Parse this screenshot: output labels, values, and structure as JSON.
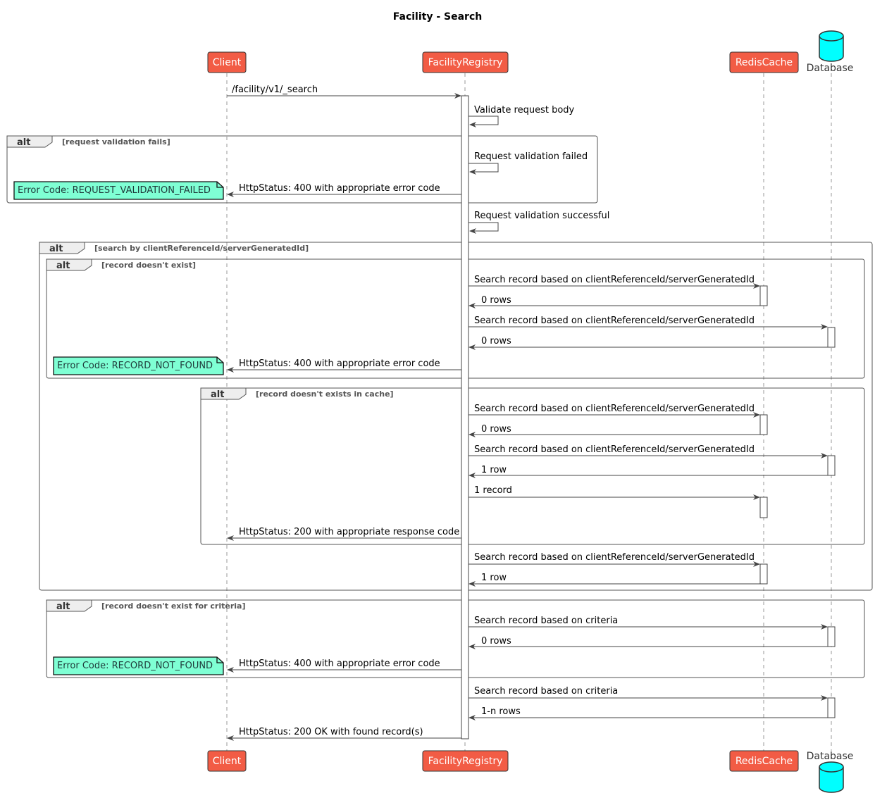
{
  "title": "Facility - Search",
  "participants": {
    "client": "Client",
    "registry": "FacilityRegistry",
    "cache": "RedisCache",
    "database": "Database"
  },
  "colors": {
    "participant_fill": "#f25c45",
    "database_fill": "#00ffff",
    "note_fill": "#7fffd4",
    "frame_tab_fill": "#eeeeee",
    "line": "#444444"
  },
  "frames": [
    {
      "id": "f1",
      "keyword": "alt",
      "condition": "[request validation fails]"
    },
    {
      "id": "f2",
      "keyword": "alt",
      "condition": "[search by clientReferenceId/serverGeneratedId]"
    },
    {
      "id": "f3",
      "keyword": "alt",
      "condition": "[record doesn't exist]"
    },
    {
      "id": "f4",
      "keyword": "alt",
      "condition": "[record doesn't exists in cache]"
    },
    {
      "id": "f5",
      "keyword": "alt",
      "condition": "[record doesn't exist for criteria]"
    }
  ],
  "messages": [
    {
      "id": "m1",
      "from": "client",
      "to": "registry",
      "label": "/facility/v1/_search"
    },
    {
      "id": "m2",
      "from": "registry",
      "to": "registry",
      "label": "Validate request body"
    },
    {
      "id": "m3",
      "from": "registry",
      "to": "registry",
      "label": "Request validation failed"
    },
    {
      "id": "m4",
      "from": "registry",
      "to": "client",
      "label": "HttpStatus: 400 with appropriate error code"
    },
    {
      "id": "m5",
      "from": "registry",
      "to": "registry",
      "label": "Request validation successful"
    },
    {
      "id": "m6",
      "from": "registry",
      "to": "cache",
      "label": "Search record based on clientReferenceId/serverGeneratedId"
    },
    {
      "id": "m7",
      "from": "cache",
      "to": "registry",
      "label": "0 rows"
    },
    {
      "id": "m8",
      "from": "registry",
      "to": "database",
      "label": "Search record based on clientReferenceId/serverGeneratedId"
    },
    {
      "id": "m9",
      "from": "database",
      "to": "registry",
      "label": "0 rows"
    },
    {
      "id": "m10",
      "from": "registry",
      "to": "client",
      "label": "HttpStatus: 400 with appropriate error code"
    },
    {
      "id": "m11",
      "from": "registry",
      "to": "cache",
      "label": "Search record based on clientReferenceId/serverGeneratedId"
    },
    {
      "id": "m12",
      "from": "cache",
      "to": "registry",
      "label": "0 rows"
    },
    {
      "id": "m13",
      "from": "registry",
      "to": "database",
      "label": "Search record based on clientReferenceId/serverGeneratedId"
    },
    {
      "id": "m14",
      "from": "database",
      "to": "registry",
      "label": "1 row"
    },
    {
      "id": "m15",
      "from": "registry",
      "to": "cache",
      "label": "1 record"
    },
    {
      "id": "m16",
      "from": "registry",
      "to": "client",
      "label": "HttpStatus: 200 with appropriate response code"
    },
    {
      "id": "m17",
      "from": "registry",
      "to": "cache",
      "label": "Search record based on clientReferenceId/serverGeneratedId"
    },
    {
      "id": "m18",
      "from": "cache",
      "to": "registry",
      "label": "1 row"
    },
    {
      "id": "m19",
      "from": "registry",
      "to": "database",
      "label": "Search record based on criteria"
    },
    {
      "id": "m20",
      "from": "database",
      "to": "registry",
      "label": "0 rows"
    },
    {
      "id": "m21",
      "from": "registry",
      "to": "client",
      "label": "HttpStatus: 400 with appropriate error code"
    },
    {
      "id": "m22",
      "from": "registry",
      "to": "database",
      "label": "Search record based on criteria"
    },
    {
      "id": "m23",
      "from": "database",
      "to": "registry",
      "label": "1-n rows"
    },
    {
      "id": "m24",
      "from": "registry",
      "to": "client",
      "label": "HttpStatus: 200 OK with found record(s)"
    }
  ],
  "notes": [
    {
      "id": "n1",
      "text": "Error Code: REQUEST_VALIDATION_FAILED"
    },
    {
      "id": "n2",
      "text": "Error Code: RECORD_NOT_FOUND"
    },
    {
      "id": "n3",
      "text": "Error Code: RECORD_NOT_FOUND"
    }
  ]
}
